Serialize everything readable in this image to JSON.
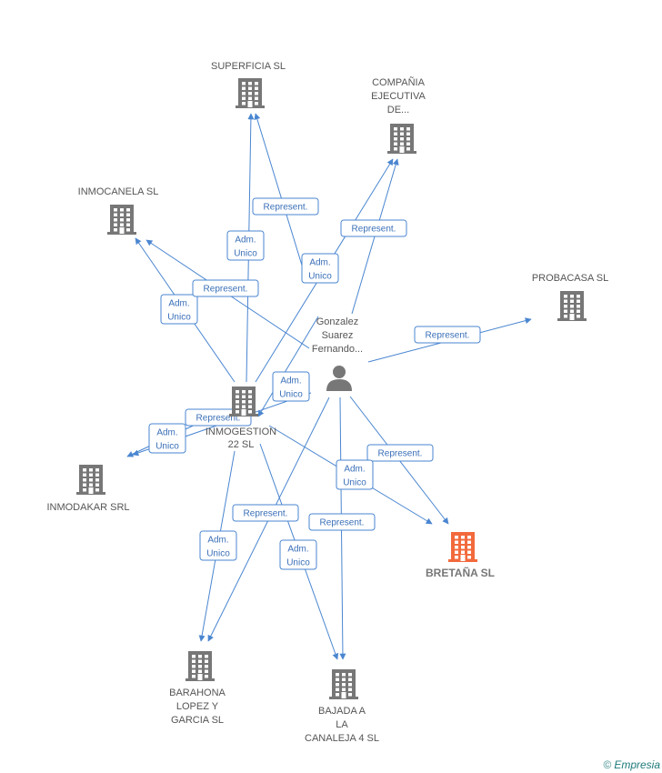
{
  "colors": {
    "company": "#777777",
    "highlight": "#f26a3c",
    "person": "#777777",
    "edge": "#4a86d0"
  },
  "nodes": [
    {
      "id": "superficia",
      "type": "company",
      "label": [
        "SUPERFICIA SL"
      ]
    },
    {
      "id": "compania",
      "type": "company",
      "label": [
        "COMPAÑIA",
        "EJECUTIVA",
        "DE..."
      ]
    },
    {
      "id": "inmocanela",
      "type": "company",
      "label": [
        "INMOCANELA SL"
      ]
    },
    {
      "id": "probacasa",
      "type": "company",
      "label": [
        "PROBACASA SL"
      ]
    },
    {
      "id": "gonzalez",
      "type": "person",
      "label": [
        "Gonzalez",
        "Suarez",
        "Fernando..."
      ]
    },
    {
      "id": "inmogestion",
      "type": "company",
      "label": [
        "INMOGESTION",
        "22 SL"
      ]
    },
    {
      "id": "inmodakar",
      "type": "company",
      "label": [
        "INMODAKAR SRL"
      ]
    },
    {
      "id": "bretana",
      "type": "company",
      "highlight": true,
      "label": [
        "BRETAÑA SL"
      ]
    },
    {
      "id": "barahona",
      "type": "company",
      "label": [
        "BARAHONA",
        "LOPEZ Y",
        "GARCIA SL"
      ]
    },
    {
      "id": "bajada",
      "type": "company",
      "label": [
        "BAJADA A",
        "LA",
        "CANALEJA 4 SL"
      ]
    }
  ],
  "edges": [
    {
      "from": "inmogestion",
      "to": "superficia",
      "label": [
        "Adm.",
        "Unico"
      ]
    },
    {
      "from": "gonzalez",
      "to": "superficia",
      "label": [
        "Represent."
      ]
    },
    {
      "from": "inmogestion",
      "to": "compania",
      "label": [
        "Adm.",
        "Unico"
      ]
    },
    {
      "from": "gonzalez",
      "to": "compania",
      "label": [
        "Represent."
      ]
    },
    {
      "from": "inmogestion",
      "to": "inmocanela",
      "label": [
        "Adm.",
        "Unico"
      ]
    },
    {
      "from": "gonzalez",
      "to": "inmocanela",
      "label": [
        "Represent."
      ]
    },
    {
      "from": "gonzalez",
      "to": "probacasa",
      "label": [
        "Represent."
      ]
    },
    {
      "from": "gonzalez",
      "to": "inmogestion",
      "label": [
        "Adm.",
        "Unico"
      ]
    },
    {
      "from": "inmogestion",
      "to": "inmodakar",
      "label": [
        "Adm.",
        "Unico"
      ]
    },
    {
      "from": "gonzalez",
      "to": "inmodakar",
      "label": [
        "Represent."
      ]
    },
    {
      "from": "gonzalez",
      "to": "bretana",
      "label": [
        "Represent."
      ]
    },
    {
      "from": "inmogestion",
      "to": "bretana",
      "label": [
        "Adm.",
        "Unico"
      ]
    },
    {
      "from": "inmogestion",
      "to": "barahona",
      "label": [
        "Adm.",
        "Unico"
      ]
    },
    {
      "from": "gonzalez",
      "to": "barahona",
      "label": [
        "Represent."
      ]
    },
    {
      "from": "inmogestion",
      "to": "bajada",
      "label": [
        "Adm.",
        "Unico"
      ]
    },
    {
      "from": "gonzalez",
      "to": "bajada",
      "label": [
        "Represent."
      ]
    }
  ],
  "footer": {
    "copyright": "©",
    "brand": "Empresia"
  }
}
